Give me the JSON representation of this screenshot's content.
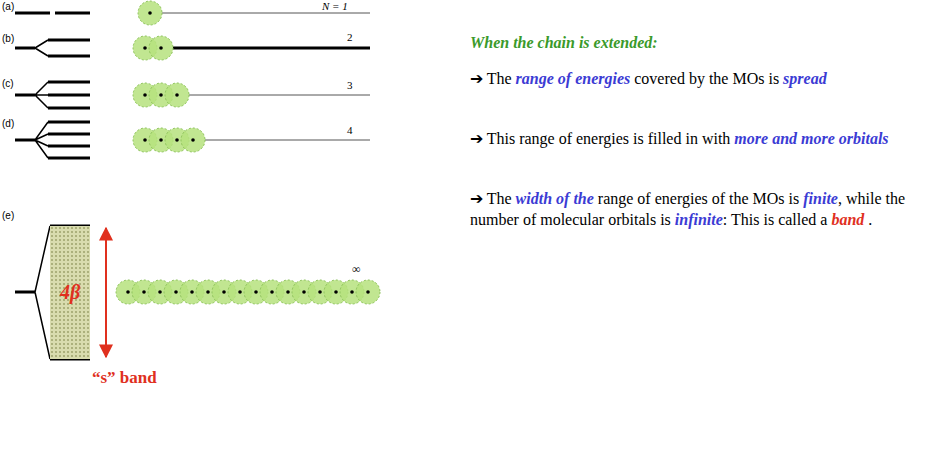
{
  "diagram": {
    "nodes": [
      {
        "text": [
          "4β"
        ]
      }
    ],
    "labels": [
      "(a)",
      "(b)",
      "(c)",
      "(d)",
      "(e)",
      "N = 1",
      "2",
      "3",
      "4",
      "∞",
      "“s” band",
      "When the chain is extended:",
      "➔ The",
      "range of energies",
      "covered by the MOs is",
      "spread",
      "➔ This range of energies is filled in with",
      "more and more orbitals",
      "➔ The",
      "width of the",
      "range of energies of the MOs is",
      "finite",
      ", while the number of molecular orbitals is",
      "infinite",
      ": This is called a",
      "band",
      "."
    ]
  }
}
